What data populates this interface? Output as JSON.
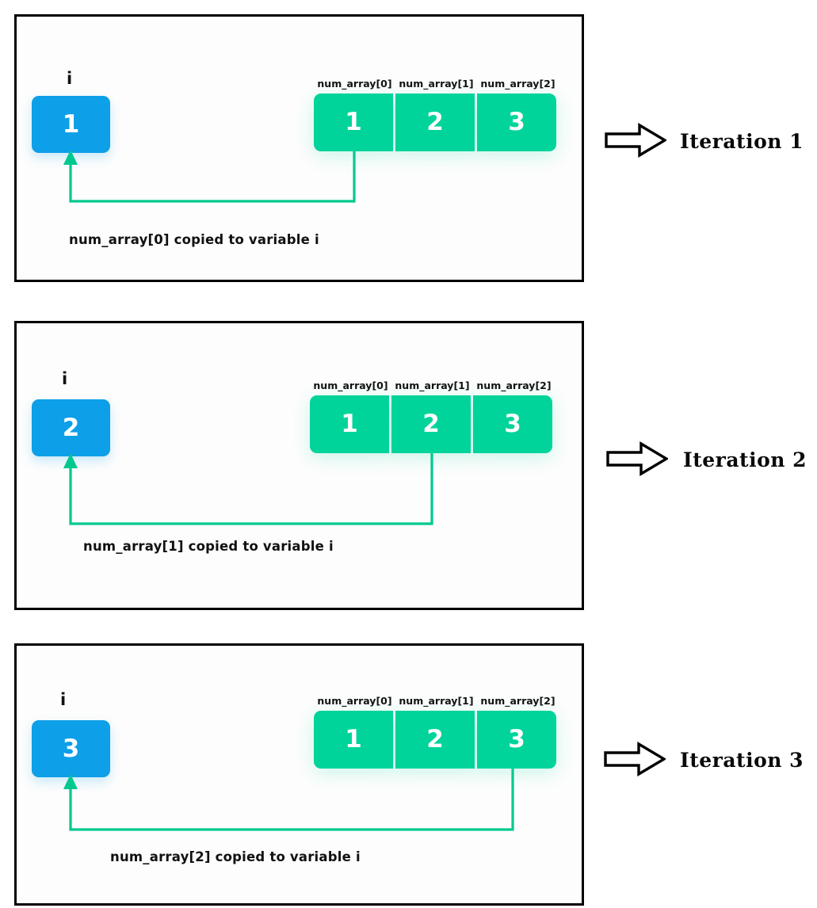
{
  "diagram": {
    "title": "Array iteration copying each element to variable i",
    "colors": {
      "variable_box": "#0d9fe8",
      "array_cell": "#00d49a",
      "connector": "#00c98f",
      "panel_border": "#000000",
      "text": "#111111"
    },
    "variable_name": "i",
    "array_labels": [
      "num_array[0]",
      "num_array[1]",
      "num_array[2]"
    ],
    "array_values": [
      "1",
      "2",
      "3"
    ],
    "panels": [
      {
        "id": "iteration-1",
        "variable_label": "i",
        "variable_value": "1",
        "array_labels": [
          "num_array[0]",
          "num_array[1]",
          "num_array[2]"
        ],
        "array_values": [
          "1",
          "2",
          "3"
        ],
        "source_index": 0,
        "caption": "num_array[0] copied to variable  i",
        "iteration_label": "Iteration 1"
      },
      {
        "id": "iteration-2",
        "variable_label": "i",
        "variable_value": "2",
        "array_labels": [
          "num_array[0]",
          "num_array[1]",
          "num_array[2]"
        ],
        "array_values": [
          "1",
          "2",
          "3"
        ],
        "source_index": 1,
        "caption": "num_array[1] copied to variable   i",
        "iteration_label": "Iteration 2"
      },
      {
        "id": "iteration-3",
        "variable_label": "i",
        "variable_value": "3",
        "array_labels": [
          "num_array[0]",
          "num_array[1]",
          "num_array[2]"
        ],
        "array_values": [
          "1",
          "2",
          "3"
        ],
        "source_index": 2,
        "caption": "num_array[2] copied to variable  i",
        "iteration_label": "Iteration 3"
      }
    ]
  }
}
